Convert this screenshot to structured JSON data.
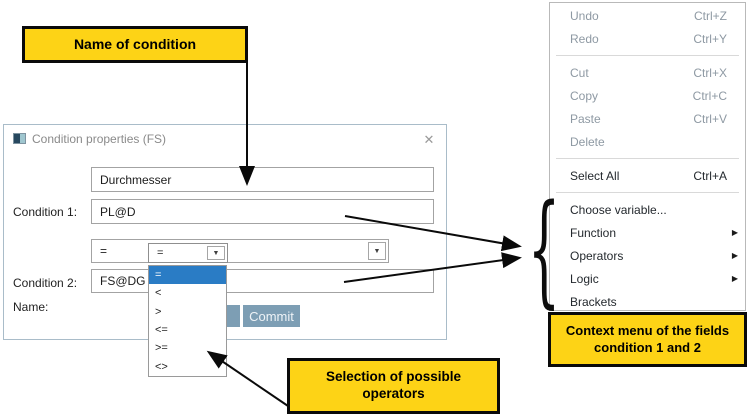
{
  "annotations": {
    "name_box": {
      "text": "Name of condition"
    },
    "selection_box": {
      "line1": "Selection of possible",
      "line2": "operators"
    },
    "context_box": {
      "line1": "Context menu  of the fields",
      "line2": "condition 1 and 2"
    },
    "box_color": "#FDD316",
    "brace_glyph": "{"
  },
  "dialog": {
    "title": "Condition properties (FS)",
    "close_glyph": "✕",
    "fields": [
      {
        "label": "Name:",
        "value": "Durchmesser"
      },
      {
        "label": "Condition 1:",
        "value": "PL@D"
      },
      {
        "label": "Condition 2:",
        "value": "FS@DG"
      }
    ],
    "operator_combo": {
      "value": "=",
      "arrow_glyph": "▼"
    },
    "buttons": {
      "commit": "Commit"
    },
    "accent_button_color": "#7D9EB4"
  },
  "operator_dropdown": {
    "value": "=",
    "arrow_glyph": "▼",
    "options": [
      "=",
      "<",
      ">",
      "<=",
      ">=",
      "<>"
    ],
    "option_names": [
      "equals",
      "less-than",
      "greater-than",
      "less-or-equal",
      "greater-or-equal",
      "not-equal"
    ],
    "selected_index": 0,
    "highlight_color": "#2A7CC5"
  },
  "context_menu": {
    "submenu_arrow_glyph": "▶",
    "disabled_color": "#8E99A3",
    "items": [
      {
        "label": "Undo",
        "shortcut": "Ctrl+Z",
        "enabled": false
      },
      {
        "label": "Redo",
        "shortcut": "Ctrl+Y",
        "enabled": false
      },
      {
        "separator": true
      },
      {
        "label": "Cut",
        "shortcut": "Ctrl+X",
        "enabled": false
      },
      {
        "label": "Copy",
        "shortcut": "Ctrl+C",
        "enabled": false
      },
      {
        "label": "Paste",
        "shortcut": "Ctrl+V",
        "enabled": false
      },
      {
        "label": "Delete",
        "enabled": false
      },
      {
        "separator": true
      },
      {
        "label": "Select All",
        "shortcut": "Ctrl+A",
        "enabled": true
      },
      {
        "separator": true
      },
      {
        "label": "Choose variable...",
        "enabled": true
      },
      {
        "label": "Function",
        "submenu": true,
        "enabled": true
      },
      {
        "label": "Operators",
        "submenu": true,
        "enabled": true
      },
      {
        "label": "Logic",
        "submenu": true,
        "enabled": true
      },
      {
        "label": "Brackets",
        "enabled": true
      }
    ]
  }
}
